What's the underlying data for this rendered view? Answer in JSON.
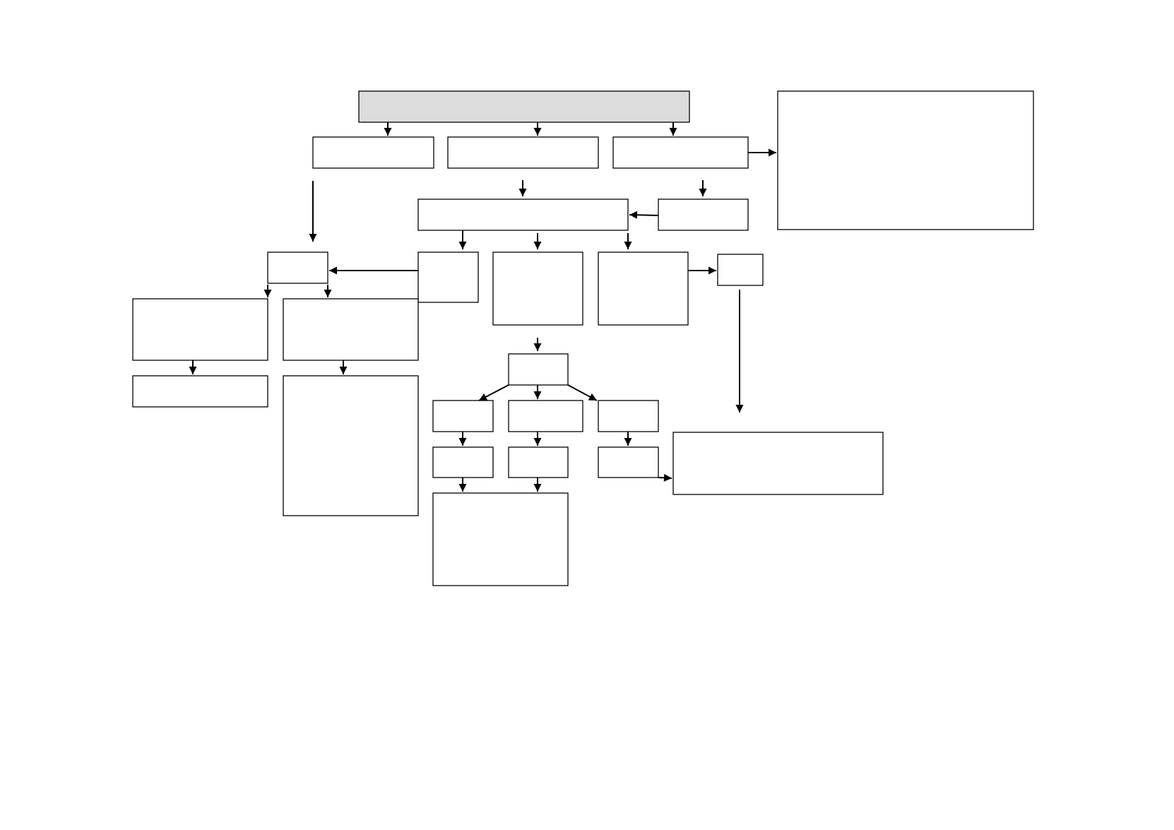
{
  "diagram": {
    "title": "",
    "box_fill": "#ffffff",
    "header_fill": "#dcdcdc",
    "stroke": "#000000",
    "boxes": [
      {
        "id": "top-header",
        "label": "",
        "shaded": true
      },
      {
        "id": "branch-left",
        "label": ""
      },
      {
        "id": "branch-mid",
        "label": ""
      },
      {
        "id": "branch-right",
        "label": ""
      },
      {
        "id": "side-panel",
        "label": ""
      },
      {
        "id": "mid-header",
        "label": ""
      },
      {
        "id": "feeder",
        "label": ""
      },
      {
        "id": "small-left",
        "label": ""
      },
      {
        "id": "col-a",
        "label": ""
      },
      {
        "id": "col-b",
        "label": ""
      },
      {
        "id": "col-c",
        "label": ""
      },
      {
        "id": "tiny-right",
        "label": ""
      },
      {
        "id": "left-1",
        "label": ""
      },
      {
        "id": "left-2",
        "label": ""
      },
      {
        "id": "left-1-child",
        "label": ""
      },
      {
        "id": "left-2-child",
        "label": ""
      },
      {
        "id": "hub",
        "label": ""
      },
      {
        "id": "hub-a",
        "label": ""
      },
      {
        "id": "hub-b",
        "label": ""
      },
      {
        "id": "hub-c",
        "label": ""
      },
      {
        "id": "hub-a2",
        "label": ""
      },
      {
        "id": "hub-b2",
        "label": ""
      },
      {
        "id": "hub-c2",
        "label": ""
      },
      {
        "id": "bottom-box",
        "label": ""
      },
      {
        "id": "right-box",
        "label": ""
      }
    ],
    "connectors": [
      {
        "from": "top-header",
        "to": "branch-left"
      },
      {
        "from": "top-header",
        "to": "branch-mid"
      },
      {
        "from": "top-header",
        "to": "branch-right"
      },
      {
        "from": "branch-right",
        "to": "side-panel"
      },
      {
        "from": "branch-mid",
        "to": "mid-header"
      },
      {
        "from": "branch-right",
        "to": "feeder"
      },
      {
        "from": "feeder",
        "to": "mid-header"
      },
      {
        "from": "branch-left",
        "to": "small-left"
      },
      {
        "from": "mid-header",
        "to": "col-a"
      },
      {
        "from": "mid-header",
        "to": "col-b"
      },
      {
        "from": "mid-header",
        "to": "col-c"
      },
      {
        "from": "col-a",
        "to": "small-left"
      },
      {
        "from": "col-c",
        "to": "tiny-right"
      },
      {
        "from": "small-left",
        "to": "left-1"
      },
      {
        "from": "small-left",
        "to": "left-2"
      },
      {
        "from": "left-1",
        "to": "left-1-child"
      },
      {
        "from": "left-2",
        "to": "left-2-child"
      },
      {
        "from": "col-b",
        "to": "hub"
      },
      {
        "from": "hub",
        "to": "hub-a"
      },
      {
        "from": "hub",
        "to": "hub-b"
      },
      {
        "from": "hub",
        "to": "hub-c"
      },
      {
        "from": "hub-a",
        "to": "hub-a2"
      },
      {
        "from": "hub-b",
        "to": "hub-b2"
      },
      {
        "from": "hub-c",
        "to": "hub-c2"
      },
      {
        "from": "hub-a2",
        "to": "bottom-box"
      },
      {
        "from": "hub-b2",
        "to": "bottom-box"
      },
      {
        "from": "tiny-right",
        "to": "right-box"
      },
      {
        "from": "hub-c2",
        "to": "right-box"
      }
    ]
  }
}
